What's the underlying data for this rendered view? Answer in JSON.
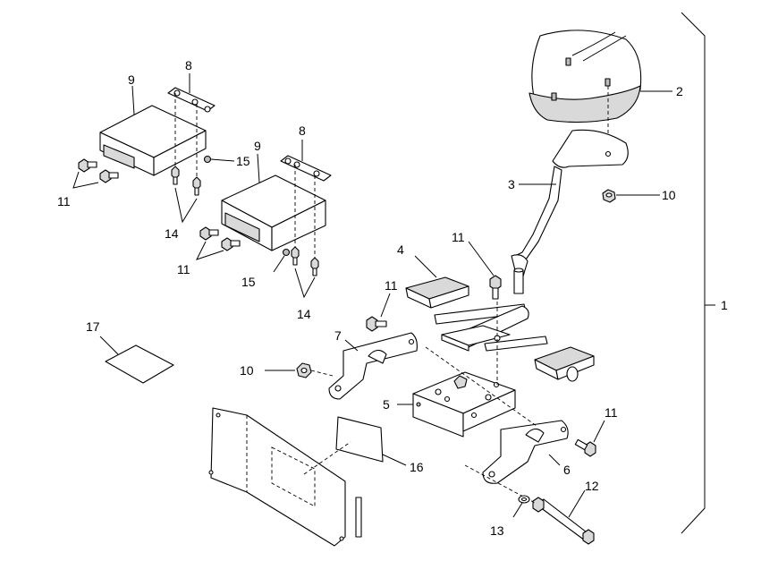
{
  "callouts": {
    "c1": "1",
    "c2": "2",
    "c3": "3",
    "c4": "4",
    "c5": "5",
    "c6": "6",
    "c7": "7",
    "c8a": "8",
    "c8b": "8",
    "c9a": "9",
    "c9b": "9",
    "c10a": "10",
    "c10b": "10",
    "c11a": "11",
    "c11b": "11",
    "c11c": "11",
    "c11d": "11",
    "c11e": "11",
    "c12": "12",
    "c13": "13",
    "c14a": "14",
    "c14b": "14",
    "c15a": "15",
    "c15b": "15",
    "c16": "16",
    "c17": "17"
  }
}
